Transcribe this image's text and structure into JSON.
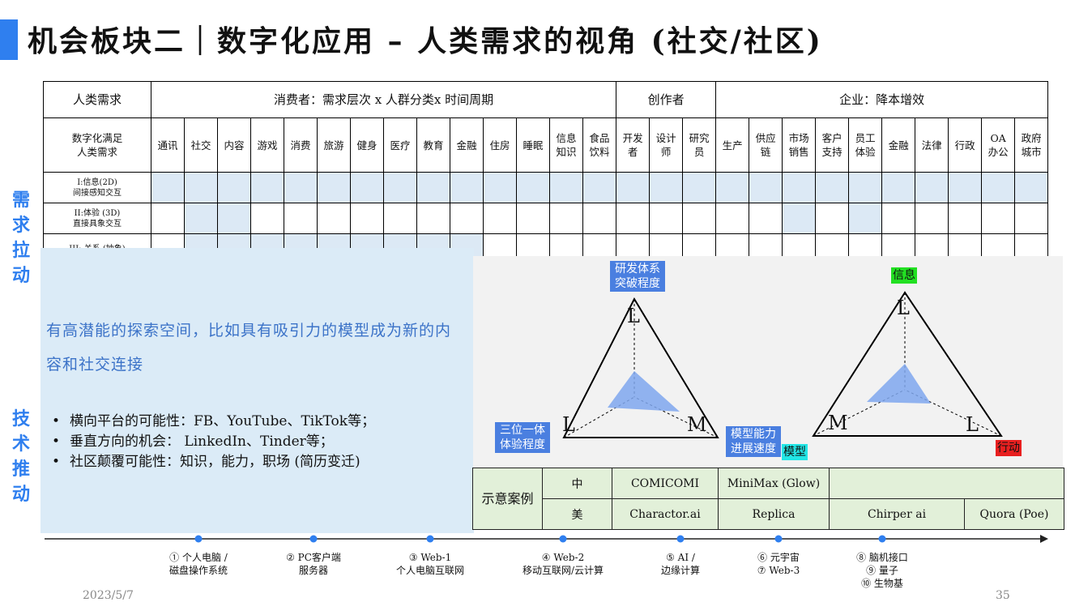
{
  "title": "机会板块二｜数字化应用 – 人类需求的视角 (社交/社区)",
  "side": {
    "top": [
      "需",
      "求",
      "拉",
      "动"
    ],
    "bottom": [
      "技",
      "术",
      "推",
      "动"
    ]
  },
  "table": {
    "corner": "人类需求",
    "groups": [
      "消费者：需求层次 x 人群分类x 时间周期",
      "创作者",
      "企业：降本增效"
    ],
    "subcorner": [
      "数字化满足",
      "人类需求"
    ],
    "columns": [
      [
        "通讯"
      ],
      [
        "社交"
      ],
      [
        "内容"
      ],
      [
        "游戏"
      ],
      [
        "消费"
      ],
      [
        "旅游"
      ],
      [
        "健身"
      ],
      [
        "医疗"
      ],
      [
        "教育"
      ],
      [
        "金融"
      ],
      [
        "住房"
      ],
      [
        "睡眠"
      ],
      [
        "信息",
        "知识"
      ],
      [
        "食品",
        "饮料"
      ],
      [
        "开发",
        "者"
      ],
      [
        "设计",
        "师"
      ],
      [
        "研究",
        "员"
      ],
      [
        "生产"
      ],
      [
        "供应",
        "链"
      ],
      [
        "市场",
        "销售"
      ],
      [
        "客户",
        "支持"
      ],
      [
        "员工",
        "体验"
      ],
      [
        "金融"
      ],
      [
        "法律"
      ],
      [
        "行政"
      ],
      [
        "OA",
        "办公"
      ],
      [
        "政府",
        "城市"
      ]
    ],
    "rows": [
      {
        "label": [
          "I:信息(2D)",
          "间接感知交互"
        ],
        "blue": [
          0,
          1,
          2,
          3,
          4,
          5,
          6,
          7,
          8,
          9,
          10,
          11,
          12,
          13,
          14,
          15,
          16,
          17,
          18,
          19,
          20,
          21,
          22,
          23,
          24,
          25,
          26
        ]
      },
      {
        "label": [
          "II:体验 (3D)",
          "直接具象交互"
        ],
        "blue": [
          1,
          2,
          19,
          21
        ]
      },
      {
        "label": [
          "III: 关系 (抽象)",
          ""
        ],
        "blue": [
          1,
          2,
          3,
          4,
          5,
          6,
          7,
          8,
          9
        ]
      }
    ]
  },
  "highlight": "有高潜能的探索空间，比如具有吸引力的模型成为新的内容和社交连接",
  "bullets": [
    "横向平台的可能性：FB、YouTube、TikTok等；",
    "垂直方向的机会： LinkedIn、Tinder等；",
    "社区颠覆可能性：知识，能力，职场 (简历变迁)"
  ],
  "diagram": {
    "left": {
      "top": "研发体系突破程度",
      "bl": "三位一体体验程度",
      "br": "模型能力进展速度",
      "letters": [
        "L",
        "L",
        "M"
      ]
    },
    "right": {
      "top": "信息",
      "bl": "模型",
      "br": "行动",
      "letters": [
        "L",
        "M",
        "L"
      ]
    },
    "colors": {
      "top": "#22e022",
      "bl": "#22e6e6",
      "br": "#e82020",
      "fill": "#7fa7ee"
    }
  },
  "cases": {
    "lead": "示意案例",
    "row1": {
      "tag": "中",
      "items": [
        "COMICOMI",
        "MiniMax (Glow)",
        ""
      ]
    },
    "row2": {
      "tag": "美",
      "items": [
        "Charactor.ai",
        "Replica",
        "Chirper ai",
        "Quora (Poe)"
      ]
    }
  },
  "timeline": [
    {
      "l1": "① 个人电脑 /",
      "l2": "磁盘操作系统"
    },
    {
      "l1": "② PC客户端",
      "l2": "服务器"
    },
    {
      "l1": "③ Web-1",
      "l2": "个人电脑互联网"
    },
    {
      "l1": "④ Web-2",
      "l2": "移动互联网/云计算"
    },
    {
      "l1": "⑤ AI /",
      "l2": "边缘计算"
    },
    {
      "l1": "⑥ 元宇宙",
      "l2": "⑦ Web-3"
    },
    {
      "l1": "⑧ 脑机接口",
      "l2": "⑨ 量子",
      "l3": "⑩ 生物基"
    }
  ],
  "footer": {
    "date": "2023/5/7",
    "page": "35"
  }
}
